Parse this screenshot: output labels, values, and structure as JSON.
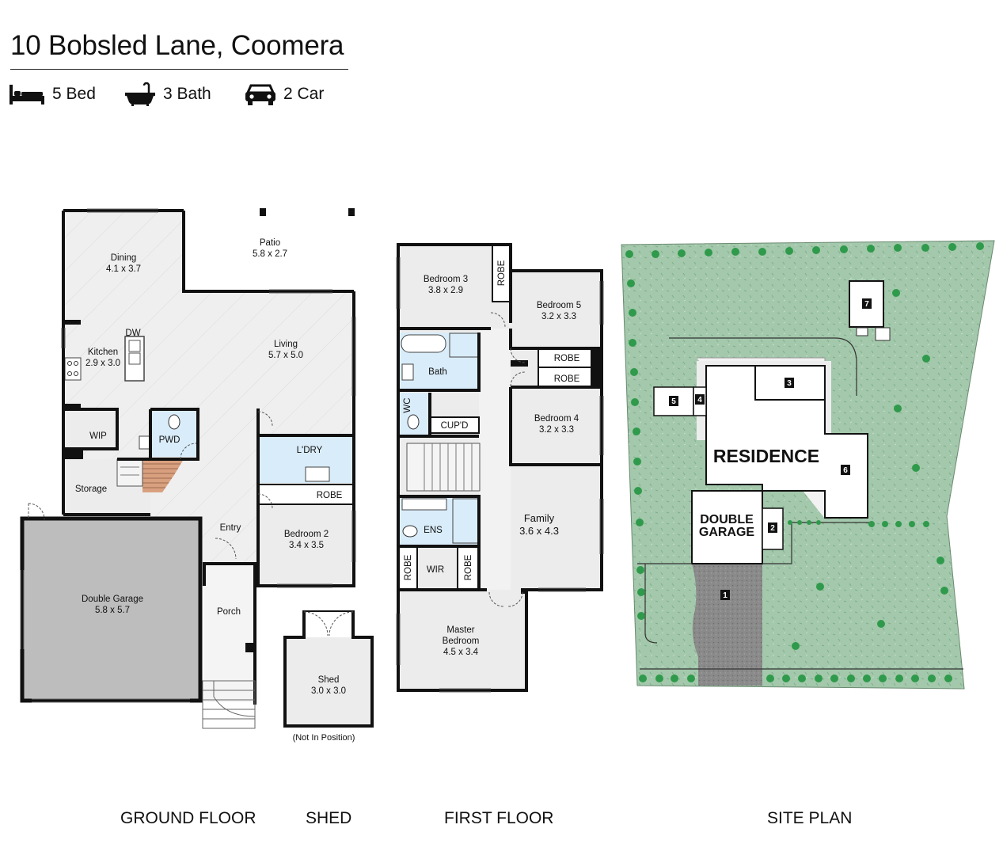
{
  "header": {
    "address": "10 Bobsled Lane, Coomera",
    "stats": [
      {
        "icon": "bed-icon",
        "label": "5 Bed"
      },
      {
        "icon": "bath-icon",
        "label": "3 Bath"
      },
      {
        "icon": "car-icon",
        "label": "2 Car"
      }
    ]
  },
  "ground_floor": {
    "dining": {
      "name": "Dining",
      "size": "4.1 x 3.7"
    },
    "patio": {
      "name": "Patio",
      "size": "5.8 x 2.7"
    },
    "living": {
      "name": "Living",
      "size": "5.7 x 5.0"
    },
    "kitchen": {
      "name": "Kitchen",
      "size": "2.9 x 3.0"
    },
    "dw": "DW",
    "wip": "WIP",
    "pwd": "PWD",
    "laundry": "L'DRY",
    "storage": "Storage",
    "robe": "ROBE",
    "entry": "Entry",
    "bedroom2": {
      "name": "Bedroom 2",
      "size": "3.4 x 3.5"
    },
    "garage": {
      "name": "Double Garage",
      "size": "5.8 x 5.7"
    },
    "porch": "Porch"
  },
  "shed": {
    "name": "Shed",
    "size": "3.0 x 3.0",
    "note": "(Not In Position)"
  },
  "first_floor": {
    "bedroom3": {
      "name": "Bedroom 3",
      "size": "3.8 x 2.9"
    },
    "robe": "ROBE",
    "bedroom5": {
      "name": "Bedroom 5",
      "size": "3.2 x 3.3"
    },
    "bath": "Bath",
    "bedroom4": {
      "name": "Bedroom 4",
      "size": "3.2 x 3.3"
    },
    "wc": "WC",
    "cupd": "CUP'D",
    "family": {
      "name": "Family",
      "size": "3.6 x 4.3"
    },
    "ens": "ENS",
    "wir": "WIR",
    "master": {
      "name": "Master",
      "name2": "Bedroom",
      "size": "4.5 x 3.4"
    }
  },
  "site_plan": {
    "residence": "RESIDENCE",
    "garage_line1": "DOUBLE",
    "garage_line2": "GARAGE",
    "markers": [
      "1",
      "2",
      "3",
      "4",
      "5",
      "6",
      "7"
    ]
  },
  "footer": {
    "ground_floor": "GROUND FLOOR",
    "shed": "SHED",
    "first_floor": "FIRST FLOOR",
    "site_plan": "SITE PLAN"
  },
  "colors": {
    "wall": "#111111",
    "floor": "#ececec",
    "wet_area": "#d9ecf9",
    "garage": "#bdbdbd",
    "stairs": "#d9a07f",
    "lawn": "#9dc3a6",
    "tree": "#2f9a4b",
    "driveway": "#8c8c8c"
  }
}
